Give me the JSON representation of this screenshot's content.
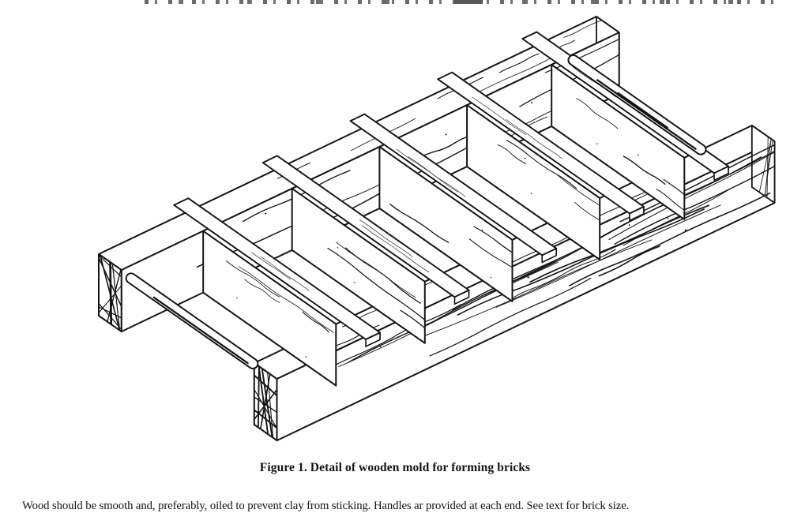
{
  "page": {
    "paper_color": "#ffffff",
    "ink_color": "#141414"
  },
  "figure": {
    "caption": "Figure 1. Detail of wooden mold for forming bricks",
    "note": "Wood should be smooth and, preferably, oiled to prevent clay from sticking. Handles ar provided at each end. See text for brick size.",
    "illustration_alt": "Isometric pen-and-ink drawing of a wooden brick mold: two long side rails, five cross dividers forming four open compartments, hatched end grain on the rail ends, and a round dowel handle protruding at each end"
  }
}
